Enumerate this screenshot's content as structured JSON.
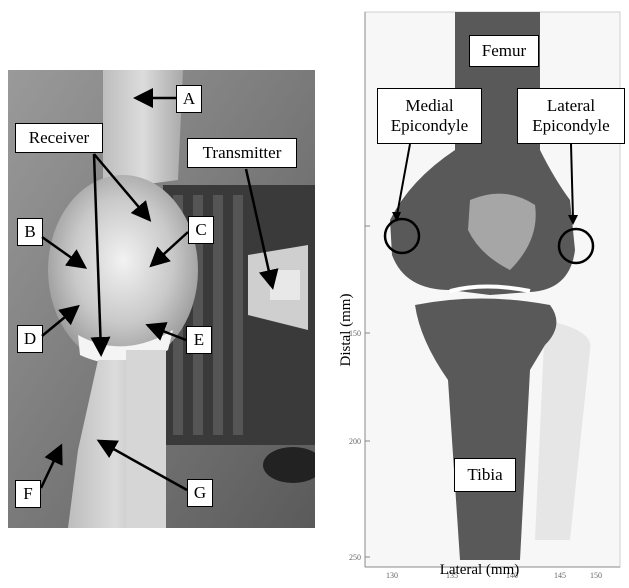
{
  "left_panel": {
    "labels": {
      "a": "A",
      "b": "B",
      "c": "C",
      "d": "D",
      "e": "E",
      "f": "F",
      "g": "G",
      "receiver": "Receiver",
      "transmitter": "Transmitter"
    }
  },
  "right_panel": {
    "labels": {
      "femur": "Femur",
      "medial_epicondyle": "Medial\nEpicondyle",
      "lateral_epicondyle": "Lateral\nEpicondyle",
      "tibia": "Tibia"
    },
    "axes": {
      "ylabel": "Distal (mm)",
      "xlabel": "Lateral (mm)",
      "x_ticks": [
        "130",
        "135",
        "140",
        "145",
        "150"
      ],
      "y_ticks": [
        "150",
        "200",
        "250"
      ]
    }
  }
}
